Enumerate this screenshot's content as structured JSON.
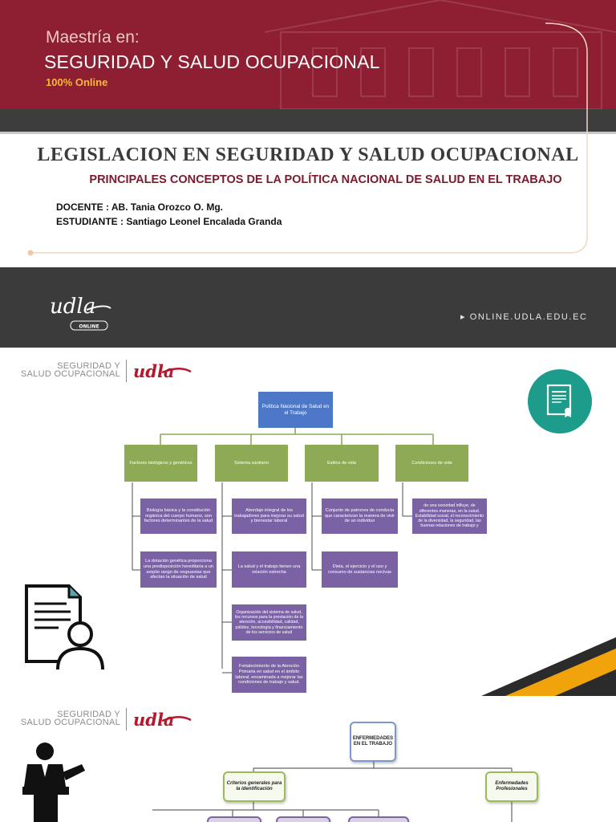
{
  "slide1": {
    "maestria": "Maestría en:",
    "program": "SEGURIDAD Y SALUD OCUPACIONAL",
    "online": "100% Online",
    "title": "LEGISLACION EN SEGURIDAD Y SALUD OCUPACIONAL",
    "subtitle": "PRINCIPALES CONCEPTOS DE LA POLÍTICA NACIONAL DE SALUD EN EL TRABAJO",
    "docente": "DOCENTE : AB. Tania  Orozco O. Mg.",
    "estudiante": "ESTUDIANTE : Santiago Leonel Encalada Granda",
    "logo_text": "udla",
    "logo_badge": "ONLINE",
    "url": "▸ ONLINE.UDLA.EDU.EC"
  },
  "header": {
    "line1": "SEGURIDAD Y",
    "line2": "SALUD OCUPACIONAL",
    "logo": "udla"
  },
  "slide2": {
    "root": "Política Nacional de Salud en el Trabajo",
    "categories": [
      "Factores biológicos y genéticos",
      "Sistema sanitario",
      "Estilos de vida",
      "Condiciones de vida"
    ],
    "factores": [
      "Biología básica y la constitución orgánica del cuerpo humano, son factores determinantes de la salud",
      "La dotación genética proporciona una predisposición hereditaria a un amplio rango de respuestas que afectan la situación de salud"
    ],
    "sistema": [
      "Abordaje integral de los trabajadores para mejorar su salud y bienestar laboral",
      "La salud y el trabajo tienen una relación estrecha",
      "Organización del sistema de salud, los recursos para la prestación de la atención, accesibilidad, calidad, pálidez, tecnología y financiamiento de los servicios de salud",
      "Fortalecimiento de la Atención Primaria en salud en el ámbito laboral, encaminada a mejorar las condiciones de trabajo y salud."
    ],
    "estilos": [
      "Conjunto de patrones de conducta que caracterizan la manera de vivir de un individuo",
      "Dieta, el ejercicio y el uso y consumo de sustancias nocivas"
    ],
    "condiciones": [
      "de una sociedad influye, de diferentes maneras, en la salud. Estabilidad social, el reconocimiento de la diversidad, la seguridad, las buenas relaciones de trabajo y"
    ]
  },
  "slide3": {
    "root": "ENFERMEDADES EN EL TRABAJO",
    "left_label": "Criterios generales para la identificación",
    "right_label": "Enfermedades Profesionales"
  },
  "colors": {
    "maroon": "#8e1f33",
    "gold": "#f6b73c",
    "blue_box": "#4d78c8",
    "green_box": "#8dab55",
    "purple_box": "#7b62a5",
    "teal_circle": "#1d9c8c"
  }
}
